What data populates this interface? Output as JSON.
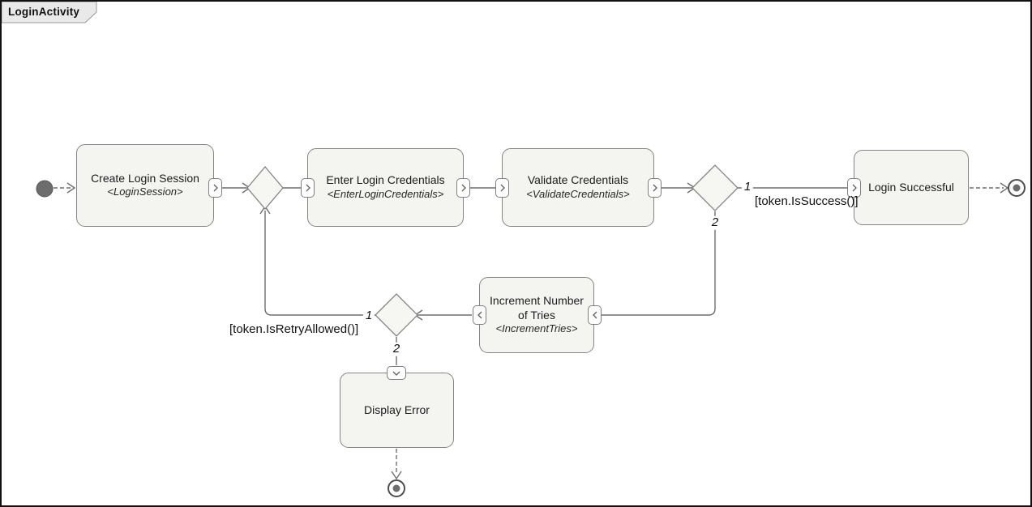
{
  "title": "LoginActivity",
  "nodes": {
    "create_login_session": {
      "name": "Create Login Session",
      "stereotype": "<LoginSession>"
    },
    "enter_login_credentials": {
      "name": "Enter Login Credentials",
      "stereotype": "<EnterLoginCredentials>"
    },
    "validate_credentials": {
      "name": "Validate Credentials",
      "stereotype": "<ValidateCredentials>"
    },
    "login_successful": {
      "name": "Login Successful"
    },
    "increment_tries": {
      "name": "Increment Number of Tries",
      "stereotype": "<IncrementTries>"
    },
    "display_error": {
      "name": "Display Error"
    }
  },
  "edges": {
    "success": {
      "branch": "1",
      "guard": "[token.IsSuccess()]"
    },
    "failure": {
      "branch": "2"
    },
    "retry": {
      "branch": "1",
      "guard": "[token.IsRetryAllowed()]"
    },
    "no_retry": {
      "branch": "2"
    }
  },
  "icons": {
    "pin_right": "chevron-right-icon",
    "pin_left": "chevron-left-icon",
    "pin_down": "chevron-down-icon"
  },
  "colors": {
    "node_fill": "#f4f4f1",
    "node_border": "#848484",
    "diamond_fill": "#f6f6f3",
    "connector": "#6e6e6e",
    "start_node_fill": "#6d6d6d",
    "tab_fill": "#e9e9e9",
    "canvas_border": "#111111"
  }
}
